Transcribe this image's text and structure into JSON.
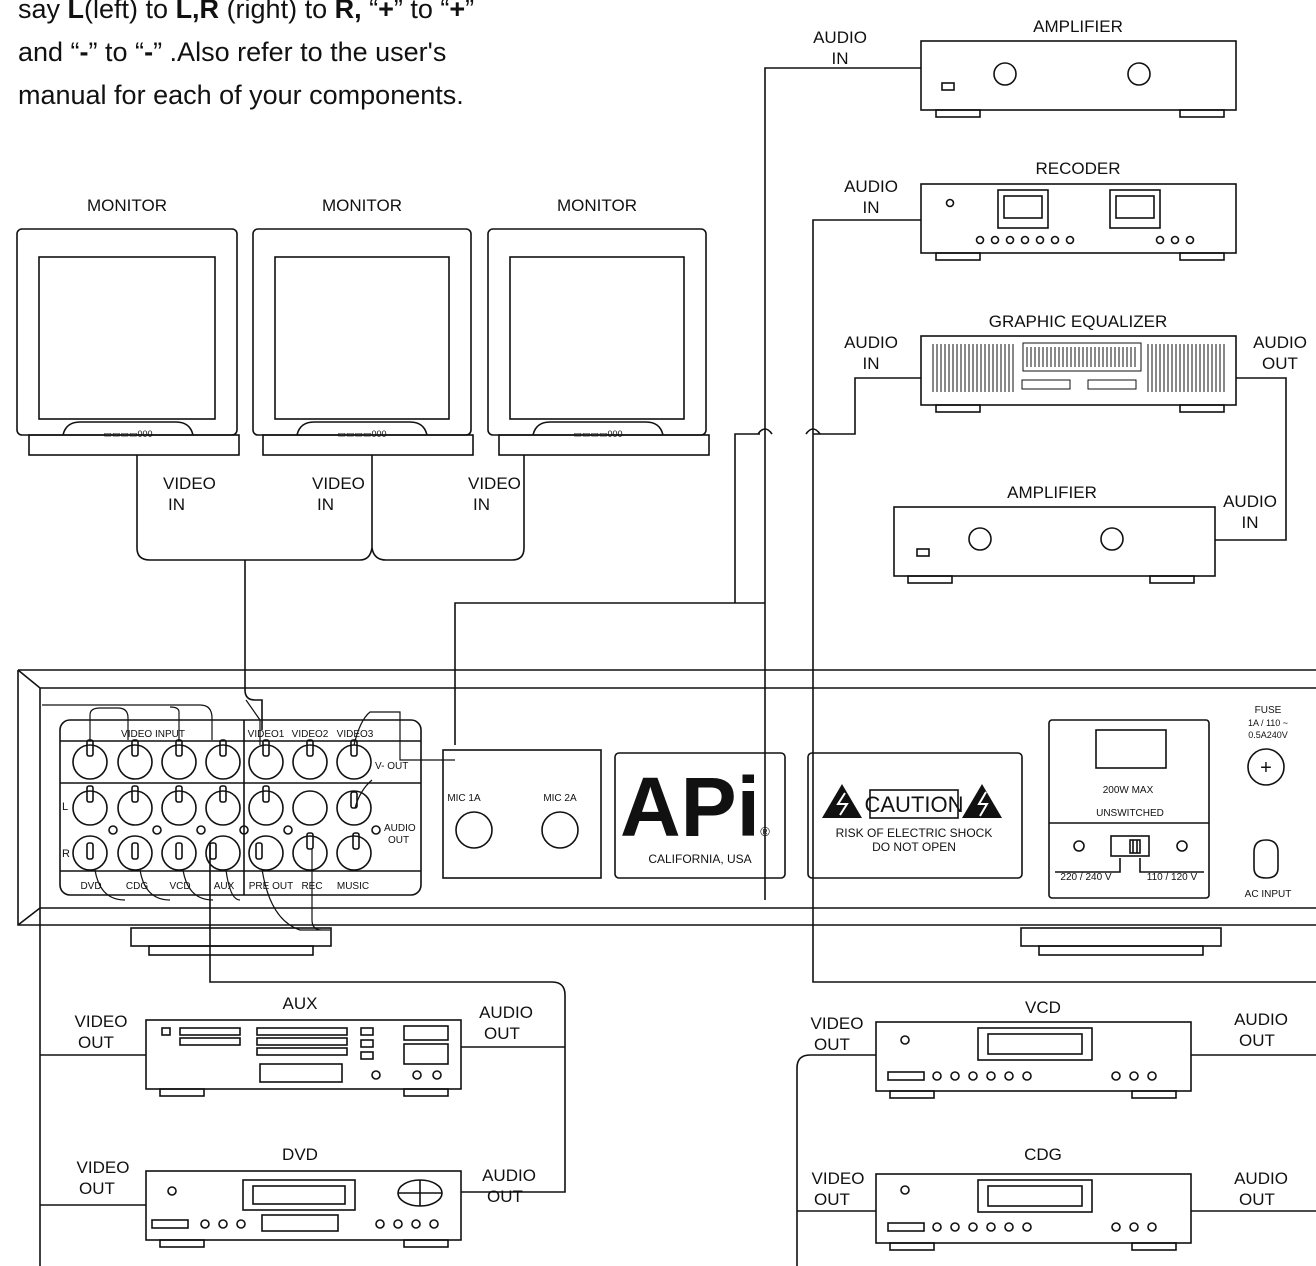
{
  "instructions": {
    "line1": {
      "p1": "say ",
      "b1": "L",
      "p2": "(left) to ",
      "b2": "L,R",
      "p3": " (right) to ",
      "b3": "R,",
      "p4": " “",
      "b4": "+",
      "p5": "” to “",
      "b5": "+",
      "p6": "”"
    },
    "line2": {
      "p1": "and “",
      "b1": "-",
      "p2": "” to “",
      "b2": "-",
      "p3": "” .Also refer to the user's"
    },
    "line3": {
      "text": "manual for each of your components."
    }
  },
  "monitors": [
    {
      "label": "MONITOR",
      "input_label": [
        "VIDEO",
        "IN"
      ],
      "controls": "▭▭▭▭000"
    },
    {
      "label": "MONITOR",
      "input_label": [
        "VIDEO",
        "IN"
      ],
      "controls": "▭▭▭▭000"
    },
    {
      "label": "MONITOR",
      "input_label": [
        "VIDEO",
        "IN"
      ],
      "controls": "▭▭▭▭000"
    }
  ],
  "right_components": {
    "amplifier_top": {
      "title": "AMPLIFIER",
      "in_label": [
        "AUDIO",
        "IN"
      ]
    },
    "recorder": {
      "title": "RECODER",
      "in_label": [
        "AUDIO",
        "IN"
      ]
    },
    "equalizer": {
      "title": "GRAPHIC EQUALIZER",
      "in_label": [
        "AUDIO",
        "IN"
      ],
      "out_label": [
        "AUDIO",
        "OUT"
      ]
    },
    "amplifier_bottom": {
      "title": "AMPLIFIER",
      "in_label": [
        "AUDIO",
        "IN"
      ]
    }
  },
  "main_unit": {
    "video_input_label": "VIDEO INPUT",
    "video_out_labels": [
      "VIDEO1",
      "VIDEO2",
      "VIDEO3"
    ],
    "v_out_label": "V- OUT",
    "audio_out_label": [
      "AUDIO",
      "OUT"
    ],
    "channel_left": "L",
    "channel_right": "R",
    "bottom_labels": [
      "DVD",
      "CDG",
      "VCD",
      "AUX",
      "PRE OUT",
      "REC",
      "MUSIC"
    ],
    "mic_labels": [
      "MIC 1A",
      "MIC 2A"
    ],
    "logo_text": "APi",
    "registered_mark": "®",
    "logo_subtitle": "CALIFORNIA, USA",
    "caution": {
      "title": "CAUTION",
      "line1": "RISK OF ELECTRIC SHOCK",
      "line2": "DO NOT OPEN"
    },
    "power": {
      "max_label": "200W MAX",
      "unswitched_label": "UNSWITCHED",
      "left_voltage": "220 / 240 V",
      "right_voltage": "110 / 120 V"
    },
    "fuse": {
      "label": "FUSE",
      "line2": "1A / 110 ~",
      "line3": "0.5A240V",
      "symbol": "+"
    },
    "ac_input_label": "AC INPUT"
  },
  "bottom_components": {
    "aux": {
      "title": "AUX",
      "video_label": [
        "VIDEO",
        "OUT"
      ],
      "audio_label": [
        "AUDIO",
        "OUT"
      ]
    },
    "dvd": {
      "title": "DVD",
      "video_label": [
        "VIDEO",
        "OUT"
      ],
      "audio_label": [
        "AUDIO",
        "OUT"
      ]
    },
    "vcd": {
      "title": "VCD",
      "video_label": [
        "VIDEO",
        "OUT"
      ],
      "audio_label": [
        "AUDIO",
        "OUT"
      ]
    },
    "cdg": {
      "title": "CDG",
      "video_label": [
        "VIDEO",
        "OUT"
      ],
      "audio_label": [
        "AUDIO",
        "OUT"
      ]
    }
  },
  "colors": {
    "line": "#111111",
    "background": "#ffffff"
  }
}
